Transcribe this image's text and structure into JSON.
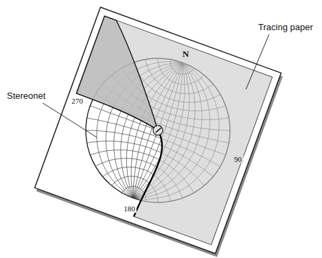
{
  "diagram": {
    "labels": [
      "N",
      "Tracing paper",
      "Stereonet",
      "270",
      "90",
      "180"
    ]
  }
}
